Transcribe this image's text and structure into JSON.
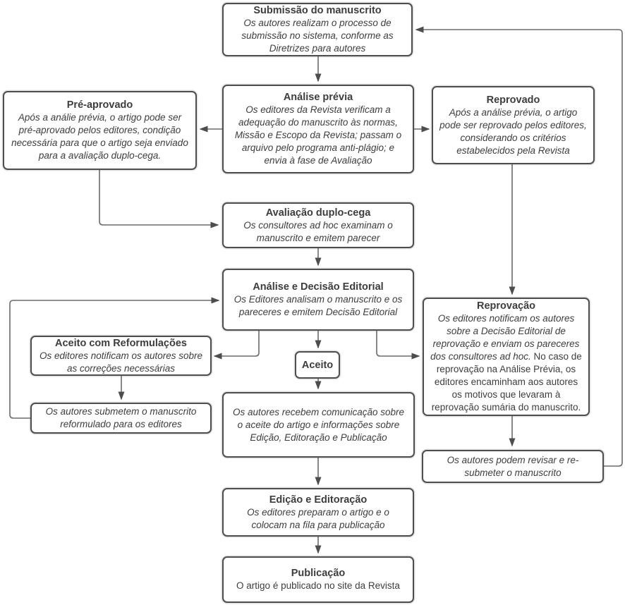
{
  "colors": {
    "border": "#4e4e4e",
    "line": "#6b6b6b",
    "arrowhead": "#4d4d4d",
    "text": "#3d3d3d",
    "background": "#ffffff"
  },
  "nodes": {
    "submissao": {
      "title": "Submissão do manuscrito",
      "body": "Os autores realizam o processo de submissão no sistema, conforme as Diretrizes para autores"
    },
    "analise_previa": {
      "title": "Análise prévia",
      "body": "Os editores da Revista verificam a adequação do manuscrito às normas, Missão e Escopo da Revista; passam o arquivo pelo programa anti-plágio; e envia à fase de Avaliação"
    },
    "pre_aprovado": {
      "title": "Pré-aprovado",
      "body": "Após a análie prévia, o artigo pode ser pré-aprovado pelos editores, condição necessária para que o artigo seja enviado para a avaliação duplo-cega."
    },
    "reprovado": {
      "title": "Reprovado",
      "body": "Após a análise prévia, o artigo pode ser reprovado pelos editores, considerando os critérios estabelecidos pela Revista"
    },
    "avaliacao_duplo_cega": {
      "title": "Avaliação duplo-cega",
      "body": "Os consultores ad hoc examinam o manuscrito e emitem parecer"
    },
    "analise_decisao": {
      "title": "Análise e Decisão Editorial",
      "body": "Os Editores analisam o manuscrito e os pareceres e emitem Decisão Editorial"
    },
    "reprovacao": {
      "title": "Reprovação",
      "body_italic": "Os editores notificam os autores sobre a Decisão Editorial de reprovação e enviam os pareceres dos consultores ad hoc.",
      "body_regular": " No caso de reprovação na Análise Prévia, os editores encaminham aos autores os motivos que levaram à reprovação sumária do manuscrito."
    },
    "aceito_reformulacoes": {
      "title": "Aceito com Reformulações",
      "body": "Os editores notificam os autores sobre as correções necessárias"
    },
    "submetem_reformulado": {
      "body": "Os autores submetem o manuscrito reformulado para os editores"
    },
    "aceito": {
      "title": "Aceito"
    },
    "recebem_comunicacao": {
      "body": "Os autores recebem comunicação sobre o aceite do artigo e informações sobre Edição, Editoração e Publicação"
    },
    "edicao_editoracao": {
      "title": "Edição e Editoração",
      "body": "Os editores preparam o artigo e o colocam na fila para publicação"
    },
    "publicacao": {
      "title": "Publicação",
      "body": "O artigo é publicado no site da Revista"
    },
    "revisar_resubmeter": {
      "body": "Os autores podem revisar e re-submeter o manuscrito"
    }
  }
}
